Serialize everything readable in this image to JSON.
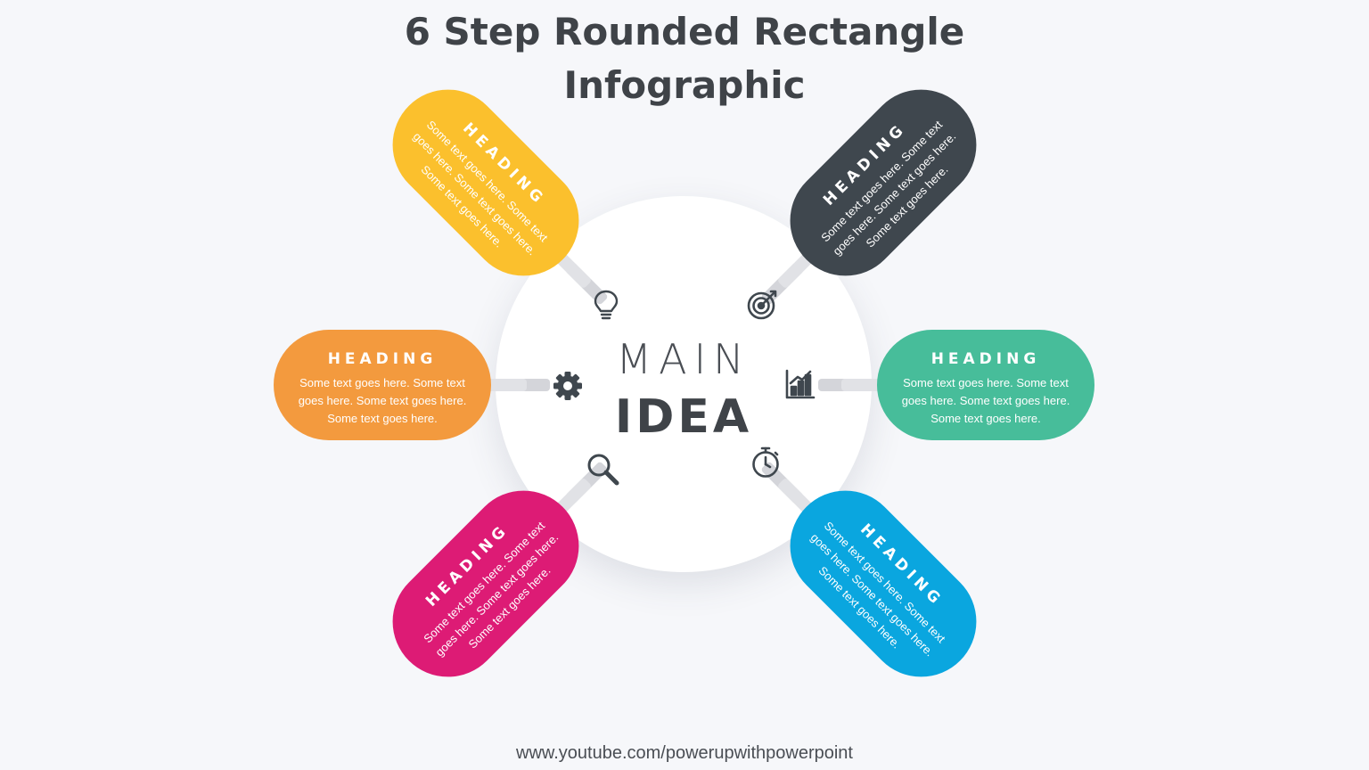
{
  "title": {
    "line1": "6 Step Rounded Rectangle",
    "line2": "Infographic"
  },
  "center": {
    "line1": "MAIN",
    "line2": "IDEA"
  },
  "steps": [
    {
      "heading": "HEADING",
      "text": "Some text goes here. Some text goes here. Some text goes here. Some text goes here.",
      "color": "#fbc02d",
      "icon": "lightbulb-icon"
    },
    {
      "heading": "HEADING",
      "text": "Some text goes here. Some text goes here. Some text goes here. Some text goes here.",
      "color": "#3f474e",
      "icon": "target-icon"
    },
    {
      "heading": "HEADING",
      "text": "Some text goes here. Some text goes here. Some text goes here. Some text goes here.",
      "color": "#f39a3e",
      "icon": "gear-icon"
    },
    {
      "heading": "HEADING",
      "text": "Some text goes here. Some text goes here. Some text goes here. Some text goes here.",
      "color": "#47bd9a",
      "icon": "bar-chart-icon"
    },
    {
      "heading": "HEADING",
      "text": "Some text goes here. Some text goes here. Some text goes here. Some text goes here.",
      "color": "#dd1b75",
      "icon": "magnifier-icon"
    },
    {
      "heading": "HEADING",
      "text": "Some text goes here. Some text goes here. Some text goes here. Some text goes here.",
      "color": "#0aa6df",
      "icon": "stopwatch-icon"
    }
  ],
  "footer": "www.youtube.com/powerupwithpowerpoint"
}
